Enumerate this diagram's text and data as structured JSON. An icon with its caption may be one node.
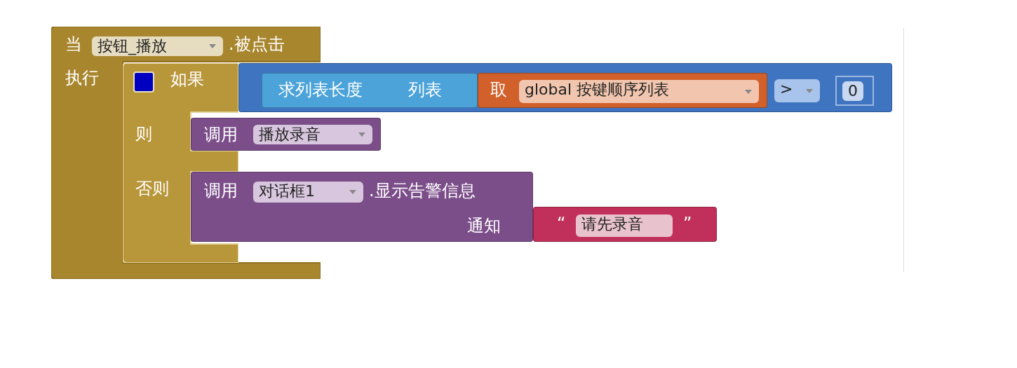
{
  "diagram": {
    "nodes": [
      {
        "text": [
          "当",
          ".被点击",
          "执行"
        ]
      },
      {
        "text": [
          "按钮_播放"
        ],
        "in": 0
      },
      {
        "text": [
          "如果",
          "则",
          "否则"
        ],
        "in": 0
      },
      {
        "text": [],
        "shape": "box"
      },
      {
        "text": [
          "求列表长度",
          "列表"
        ],
        "in": 3
      },
      {
        "text": [
          "取"
        ],
        "in": 3
      },
      {
        "text": [
          "global 按键顺序列表"
        ],
        "in": 5
      },
      {
        "text": [
          ">"
        ],
        "in": 3
      },
      {
        "text": [
          "0"
        ],
        "in": 3
      },
      {
        "text": [
          "调用"
        ]
      },
      {
        "text": [
          "播放录音"
        ],
        "in": 9
      },
      {
        "text": [
          "调用",
          ".显示告警信息",
          "通知"
        ]
      },
      {
        "text": [
          "对话框1"
        ],
        "in": 11
      },
      {
        "text": [
          "“",
          "”"
        ]
      },
      {
        "text": [
          "请先录音"
        ],
        "in": 13
      }
    ]
  }
}
